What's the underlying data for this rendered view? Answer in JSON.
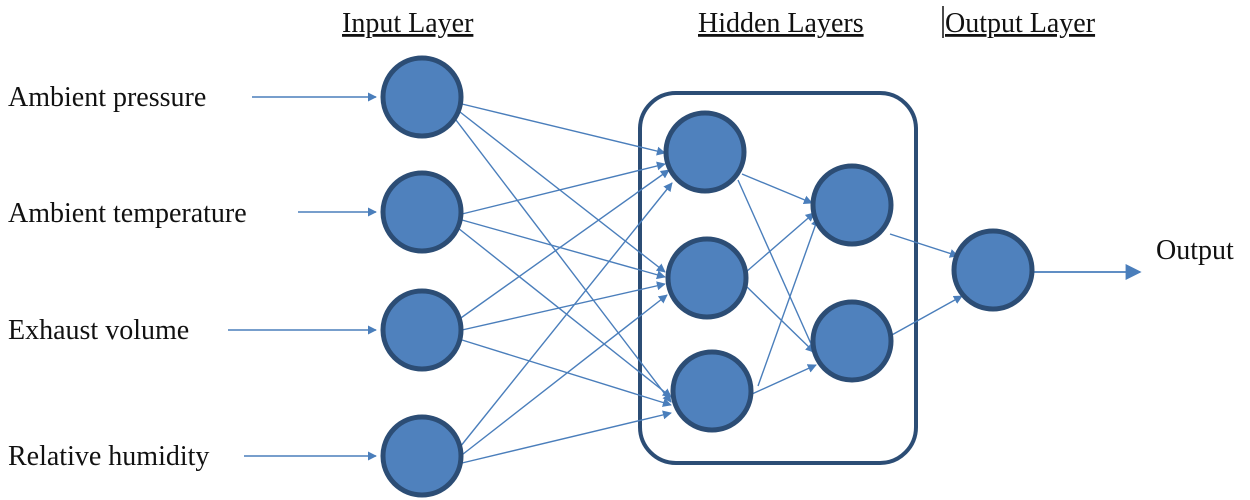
{
  "headings": {
    "input": "Input Layer",
    "hidden": "Hidden Layers",
    "output": "Output Layer"
  },
  "inputs": [
    "Ambient pressure",
    "Ambient temperature",
    "Exhaust volume",
    "Relative humidity"
  ],
  "output_label": "Output",
  "network": {
    "input_nodes": 4,
    "hidden_layers": [
      3,
      2
    ],
    "output_nodes": 1,
    "fully_connected": true
  },
  "colors": {
    "node_fill": "#4F81BD",
    "node_stroke": "#2C4D75",
    "edge": "#4A7EBB",
    "hidden_box": "#2C4D75",
    "text": "#111111"
  }
}
